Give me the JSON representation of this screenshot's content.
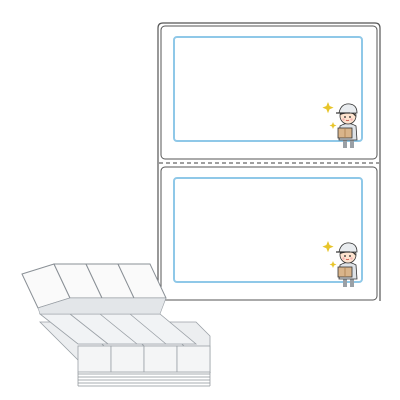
{
  "product": {
    "icon": "fanfold-label-illustration",
    "label_count": 2,
    "label_border_color": "#8fc8e8",
    "sheet_outline_color": "#555555",
    "perforation_color": "#666666",
    "mascot": {
      "icon": "delivery-worker-carrying-box",
      "cap_color": "#e9ecef",
      "box_color": "#d9b48a",
      "sparkle_color": "#e8c52a"
    },
    "stack": {
      "icon": "folded-label-stack",
      "columns": 4,
      "fill_color": "#eceef0",
      "edge_color": "#9aa0a6"
    }
  }
}
